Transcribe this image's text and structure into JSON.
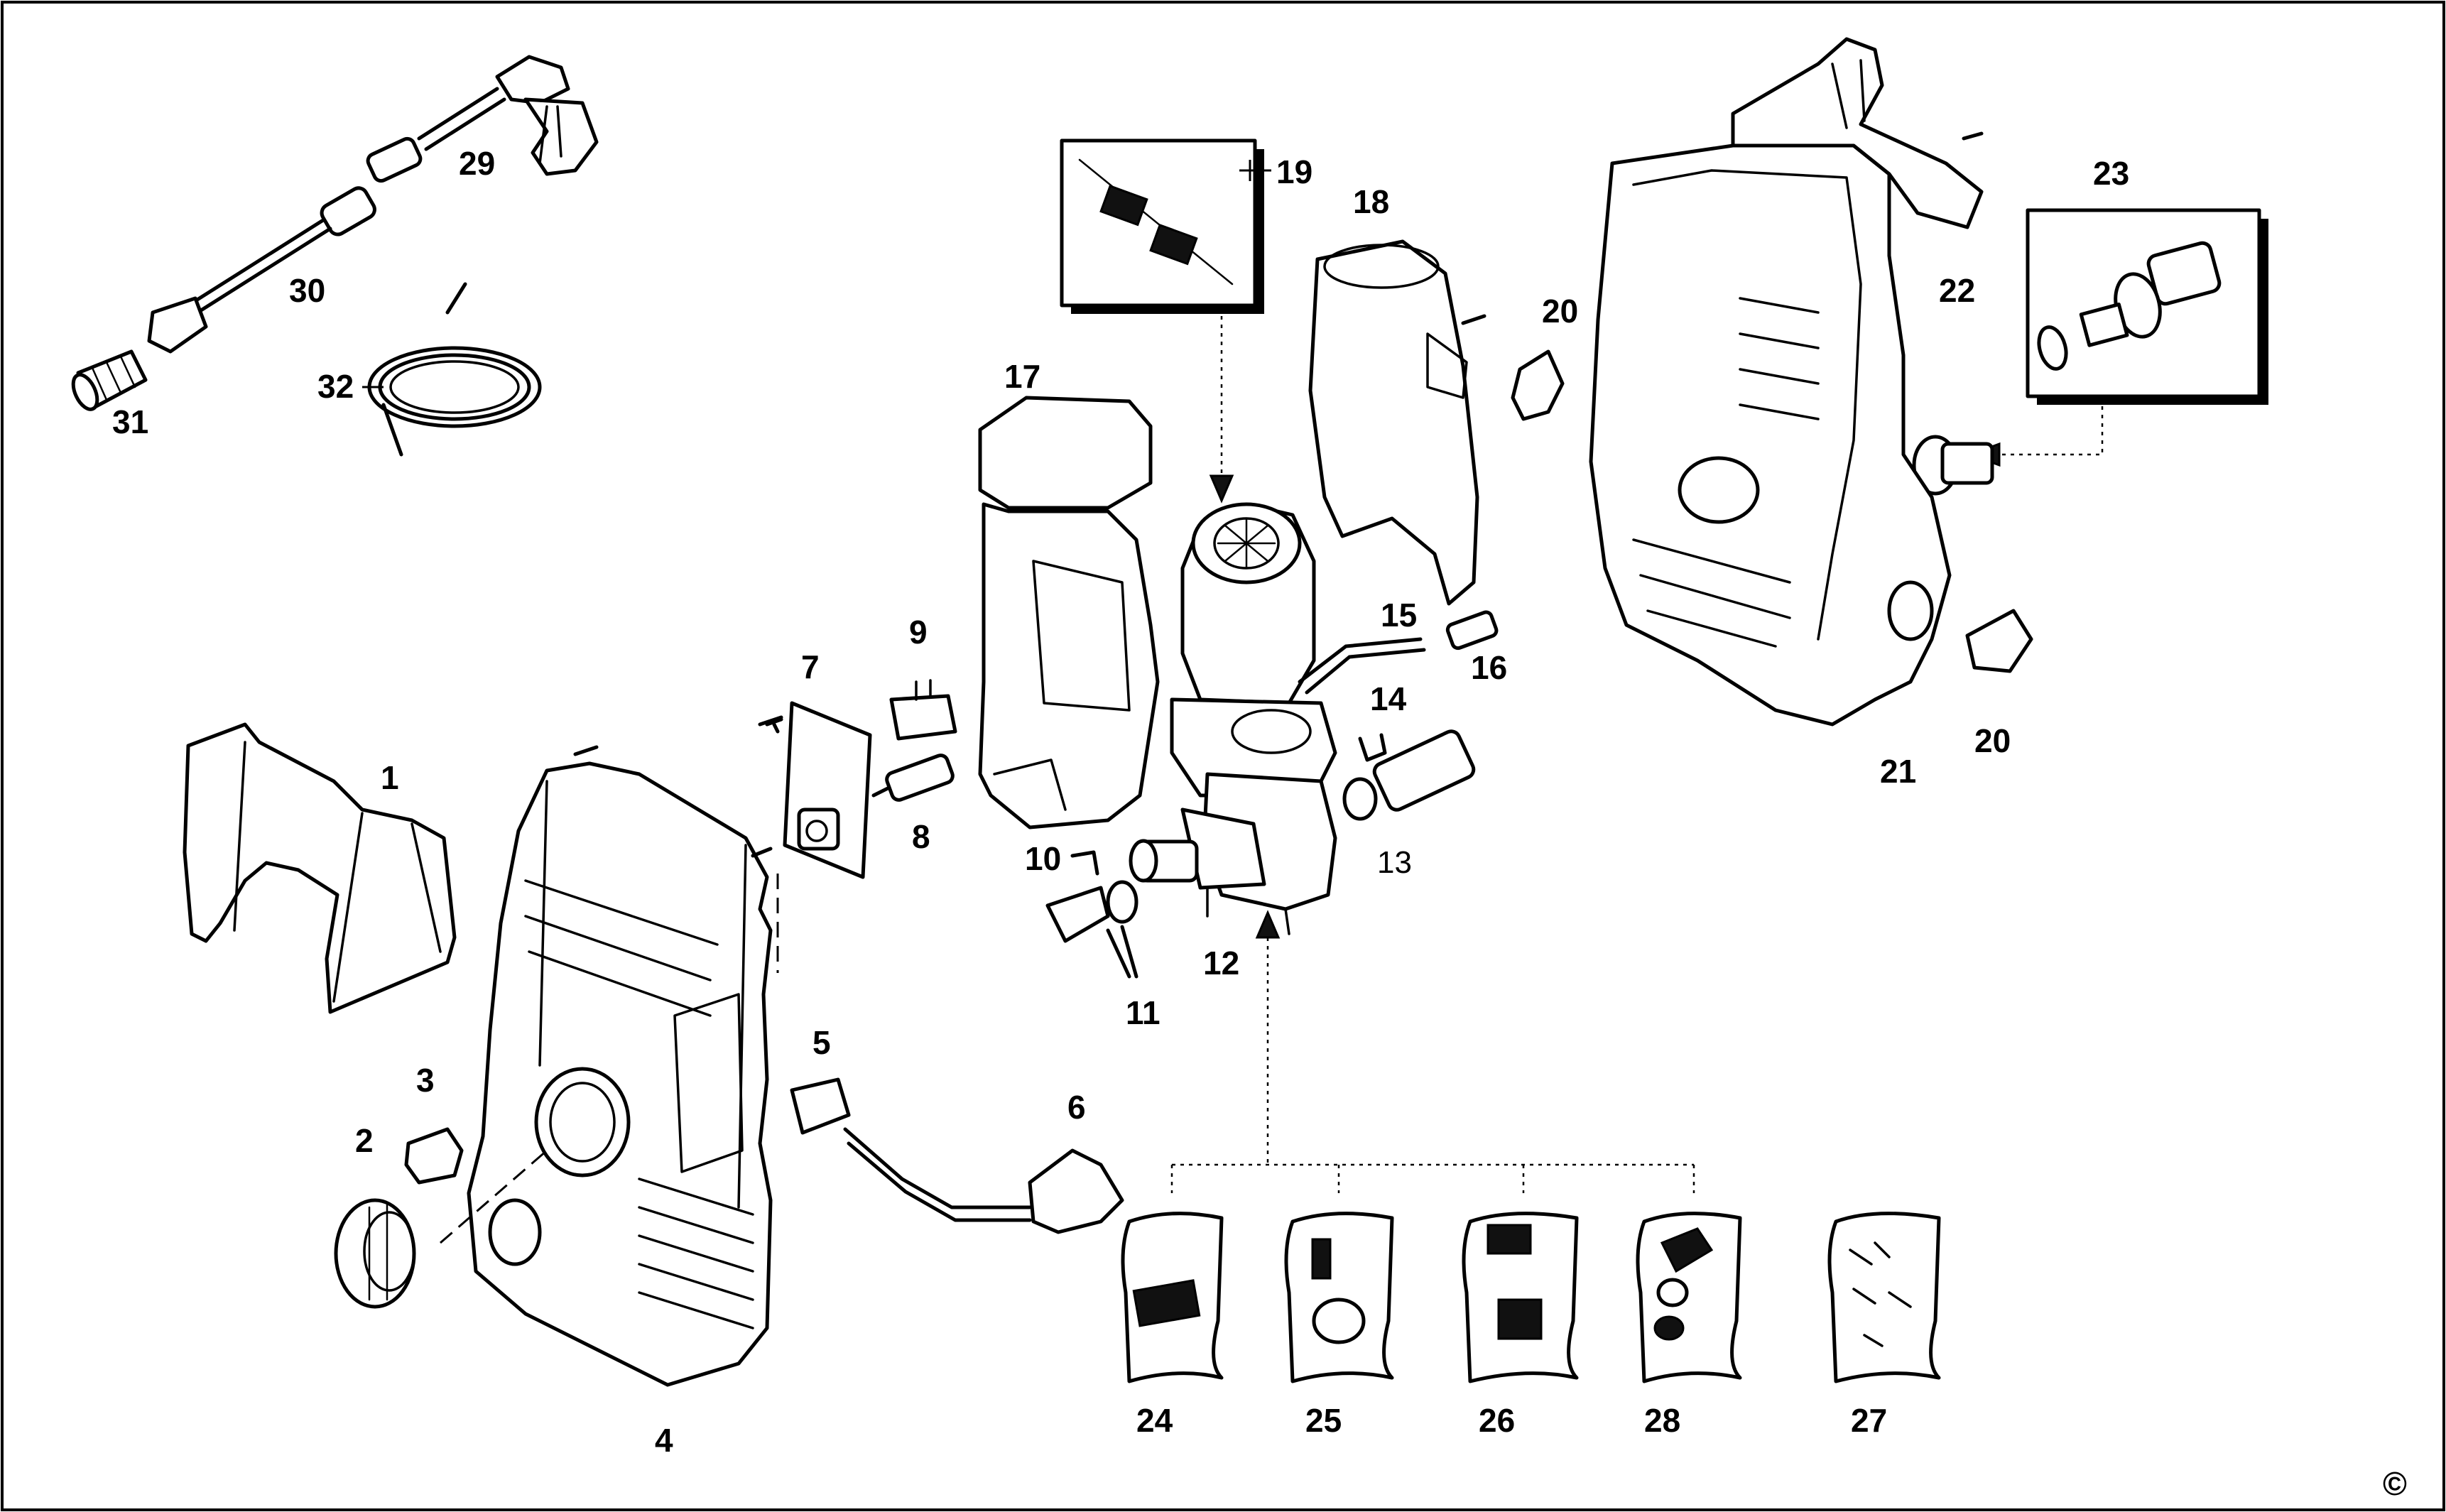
{
  "callouts": [
    {
      "id": "1",
      "text": "1"
    },
    {
      "id": "2",
      "text": "2"
    },
    {
      "id": "3",
      "text": "3"
    },
    {
      "id": "4",
      "text": "4"
    },
    {
      "id": "5",
      "text": "5"
    },
    {
      "id": "6",
      "text": "6"
    },
    {
      "id": "7",
      "text": "7"
    },
    {
      "id": "8",
      "text": "8"
    },
    {
      "id": "9",
      "text": "9"
    },
    {
      "id": "10",
      "text": "10"
    },
    {
      "id": "11",
      "text": "11"
    },
    {
      "id": "12",
      "text": "12"
    },
    {
      "id": "13",
      "text": "13"
    },
    {
      "id": "14",
      "text": "14"
    },
    {
      "id": "15",
      "text": "15"
    },
    {
      "id": "16",
      "text": "16"
    },
    {
      "id": "17",
      "text": "17"
    },
    {
      "id": "18",
      "text": "18"
    },
    {
      "id": "19",
      "text": "19"
    },
    {
      "id": "20a",
      "text": "20"
    },
    {
      "id": "20b",
      "text": "20"
    },
    {
      "id": "21",
      "text": "21"
    },
    {
      "id": "22",
      "text": "22"
    },
    {
      "id": "23",
      "text": "23"
    },
    {
      "id": "24",
      "text": "24"
    },
    {
      "id": "25",
      "text": "25"
    },
    {
      "id": "26",
      "text": "26"
    },
    {
      "id": "27",
      "text": "27"
    },
    {
      "id": "28",
      "text": "28"
    },
    {
      "id": "29",
      "text": "29"
    },
    {
      "id": "30",
      "text": "30"
    },
    {
      "id": "31",
      "text": "31"
    },
    {
      "id": "32",
      "text": "32"
    }
  ],
  "copyright_mark": "©"
}
